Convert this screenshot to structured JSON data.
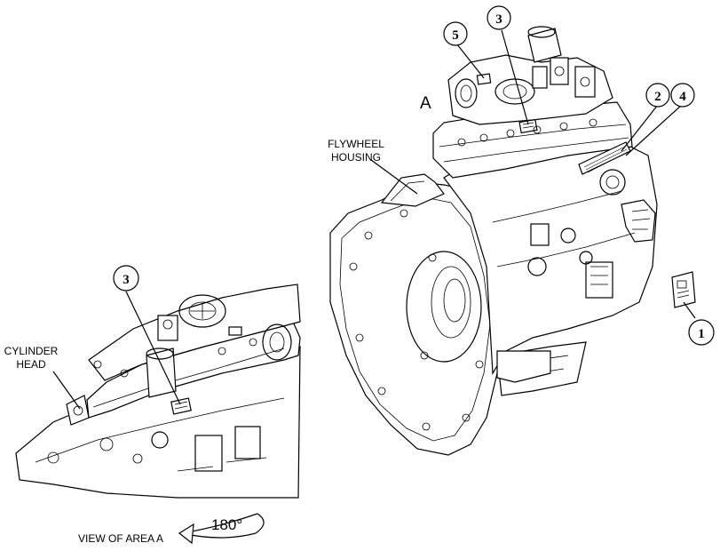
{
  "labels": {
    "area_letter": "A",
    "flywheel_line1": "FLYWHEEL",
    "flywheel_line2": "HOUSING",
    "cylinder_line1": "CYLINDER",
    "cylinder_line2": "HEAD",
    "rotation": "180°",
    "view_caption": "VIEW OF AREA A"
  },
  "callouts": {
    "c1": "1",
    "c2": "2",
    "c3_top": "3",
    "c3_left": "3",
    "c4": "4",
    "c5": "5"
  }
}
